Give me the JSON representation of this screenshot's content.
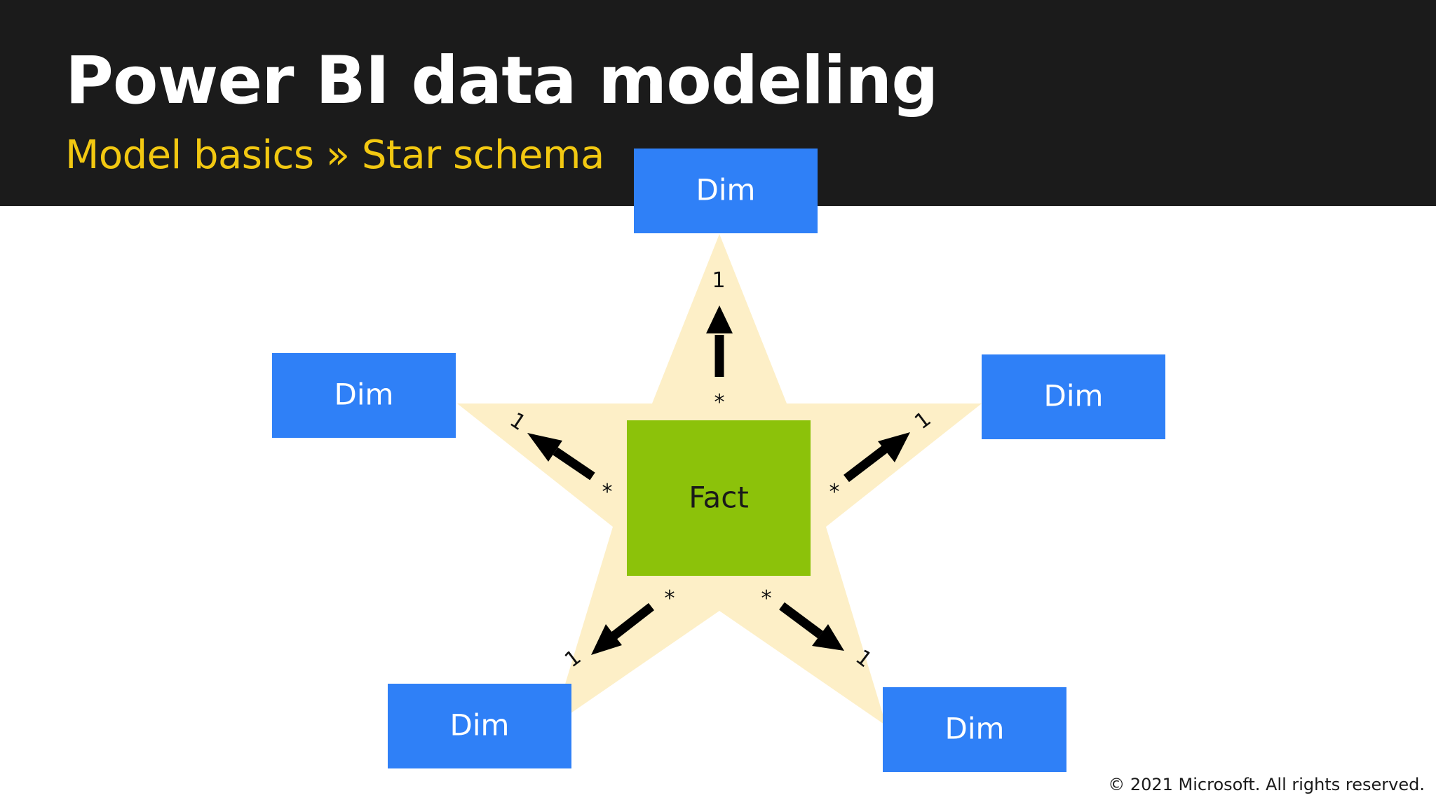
{
  "slide": {
    "title": "Power BI data modeling",
    "subtitle": "Model basics » Star schema",
    "copyright": "© 2021 Microsoft. All rights reserved."
  },
  "colors": {
    "header_bg": "#1b1b1b",
    "subtitle": "#f2c811",
    "dimension": "#2f80f7",
    "fact": "#8cc20a",
    "star": "#fdefc7",
    "arrow": "#000000"
  },
  "diagram": {
    "fact_label": "Fact",
    "dimension_labels": [
      "Dim",
      "Dim",
      "Dim",
      "Dim",
      "Dim"
    ],
    "relationships": [
      {
        "from_card": "*",
        "to_card": "1"
      },
      {
        "from_card": "*",
        "to_card": "1"
      },
      {
        "from_card": "*",
        "to_card": "1"
      },
      {
        "from_card": "*",
        "to_card": "1"
      },
      {
        "from_card": "*",
        "to_card": "1"
      }
    ]
  }
}
